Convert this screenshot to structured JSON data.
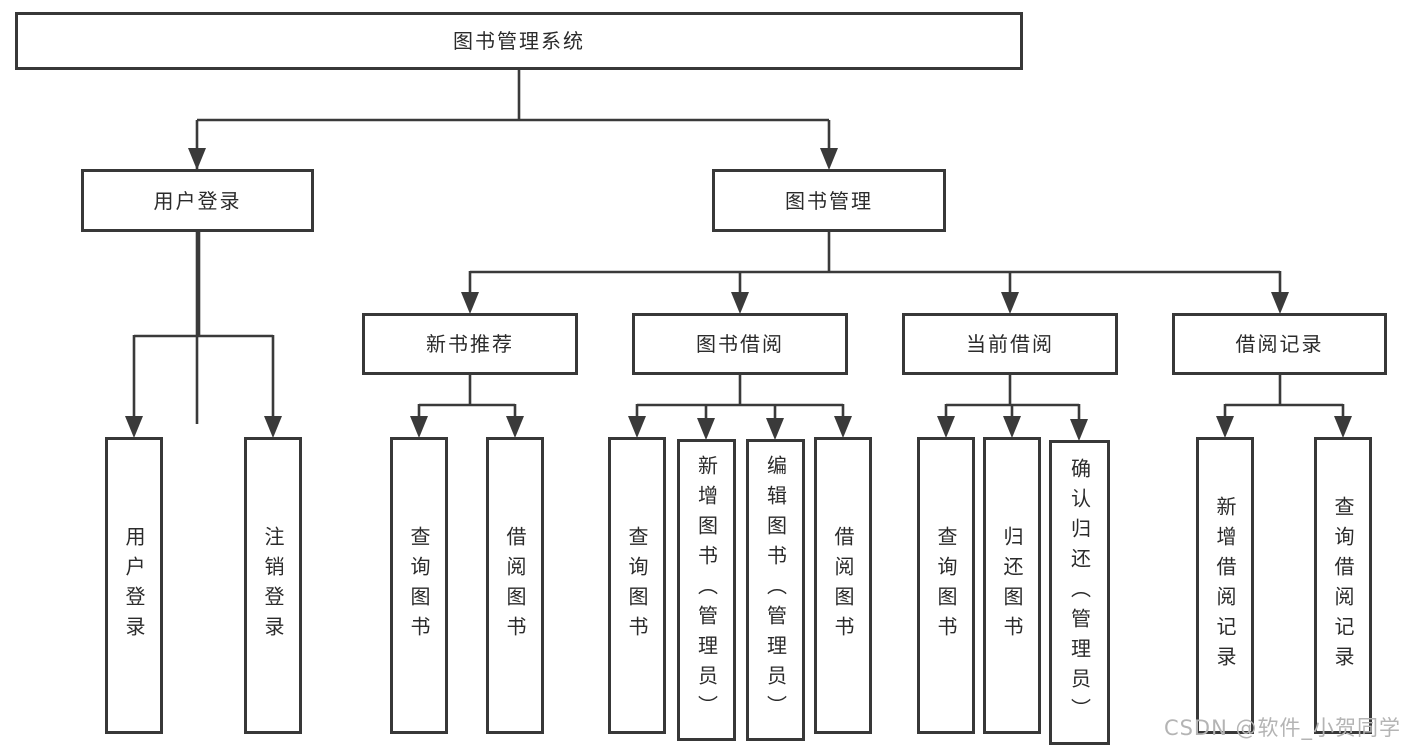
{
  "diagram": {
    "title": "图书管理系统",
    "level2": {
      "user_login": "用户登录",
      "book_management": "图书管理"
    },
    "level3": {
      "new_book_recommend": "新书推荐",
      "book_borrow": "图书借阅",
      "current_borrow": "当前借阅",
      "borrow_record": "借阅记录"
    },
    "leaves": {
      "login": "用户登录",
      "logout": "注销登录",
      "nbr_query_book": "查询图书",
      "nbr_borrow_book": "借阅图书",
      "bb_query_book": "查询图书",
      "bb_add_book": "新增图书（管理员）",
      "bb_edit_book": "编辑图书（管理员）",
      "bb_borrow_book": "借阅图书",
      "cb_query_book": "查询图书",
      "cb_return_book": "归还图书",
      "cb_confirm_return": "确认归还（管理员）",
      "br_add_record": "新增借阅记录",
      "br_query_record": "查询借阅记录"
    }
  },
  "watermark": "CSDN @软件_小贺同学",
  "colors": {
    "line": "#3a3a3a",
    "border": "#383838",
    "text": "#2b2b2b",
    "watermark": "#b4b4b4",
    "background": "#ffffff"
  }
}
